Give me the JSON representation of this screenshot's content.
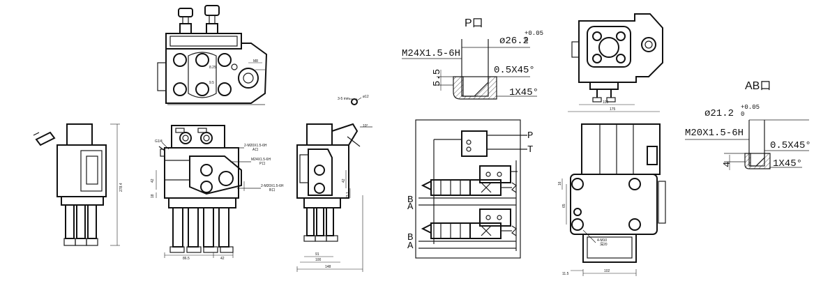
{
  "port_p": {
    "title": "P口",
    "thread": "M24X1.5-6H",
    "diameter": "ø26.2",
    "tol_upper": "+0.05",
    "tol_lower": "0",
    "chamfer_top": "0.5X45°",
    "chamfer_bottom": "1X45°",
    "depth": "5.5"
  },
  "port_ab": {
    "title": "AB口",
    "thread": "M20X1.5-6H",
    "diameter": "ø21.2",
    "tol_upper": "+0.05",
    "tol_lower": "0",
    "chamfer_top": "0.5X45°",
    "chamfer_bottom": "1X45°",
    "depth": "4"
  },
  "schematic": {
    "port_p": "P",
    "port_t": "T",
    "section1_b": "B",
    "section1_a": "A",
    "section2_b": "B",
    "section2_a": "A"
  },
  "front_view": {
    "port_a_note": "2-M20X1.5-6H",
    "port_a_sub": "A口",
    "port_b_note": "2-M20X1.5-6H",
    "port_b_sub": "B口",
    "port_p_note": "M24X1.5-6H",
    "port_p_sub": "P口",
    "pipe_note": "G1/4",
    "dim_left": "42",
    "dim_bottom_left": "18",
    "dim_width": "86.5",
    "dim_span": "42"
  },
  "top_view": {
    "dim_a": "M8",
    "dim_b": "8.25",
    "dim_c": "9.5"
  },
  "left_view": {
    "height": "278.4"
  },
  "side_view": {
    "angle": "10°",
    "dim_a": "42",
    "dim_b": "23.1",
    "dim_c": "91",
    "dim_d": "100",
    "dim_width": "148"
  },
  "detail_small": {
    "label": "3-5 mm",
    "dia": "ø12"
  },
  "right_top_view": {
    "dim_inner": "109",
    "dim_outer": "175"
  },
  "right_bottom_view": {
    "dim_16": "16",
    "dim_65": "65",
    "mount_note": "4-M10",
    "mount_sub": "深20",
    "dim_left": "11.5",
    "dim_bottom": "102"
  }
}
